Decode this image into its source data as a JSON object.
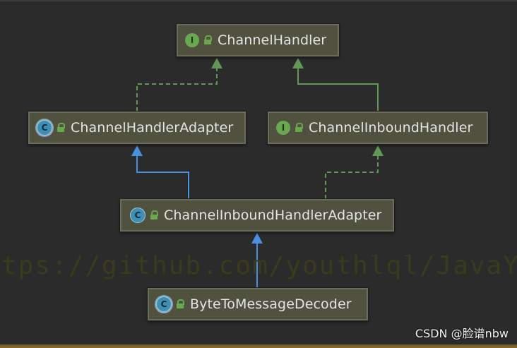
{
  "diagram": {
    "nodes": [
      {
        "id": "channel-handler",
        "label": "ChannelHandler",
        "kind": "interface",
        "icon_letter": "I"
      },
      {
        "id": "channel-handler-adapter",
        "label": "ChannelHandlerAdapter",
        "kind": "abstract-class",
        "icon_letter": "C"
      },
      {
        "id": "channel-inbound-handler",
        "label": "ChannelInboundHandler",
        "kind": "interface",
        "icon_letter": "I"
      },
      {
        "id": "channel-inbound-handler-adapter",
        "label": "ChannelInboundHandlerAdapter",
        "kind": "class",
        "icon_letter": "C"
      },
      {
        "id": "byte-to-message-decoder",
        "label": "ByteToMessageDecoder",
        "kind": "abstract-class",
        "icon_letter": "C"
      }
    ],
    "edges": [
      {
        "from": "channel-handler-adapter",
        "to": "channel-handler",
        "relation": "implements",
        "style": "dashed",
        "color": "#629755"
      },
      {
        "from": "channel-inbound-handler",
        "to": "channel-handler",
        "relation": "extends",
        "style": "solid",
        "color": "#629755"
      },
      {
        "from": "channel-inbound-handler-adapter",
        "to": "channel-handler-adapter",
        "relation": "extends",
        "style": "solid",
        "color": "#4a90e2"
      },
      {
        "from": "channel-inbound-handler-adapter",
        "to": "channel-inbound-handler",
        "relation": "implements",
        "style": "dashed",
        "color": "#629755"
      },
      {
        "from": "byte-to-message-decoder",
        "to": "channel-inbound-handler-adapter",
        "relation": "extends",
        "style": "solid",
        "color": "#4a90e2"
      }
    ]
  },
  "watermark": "tps://github.com/youthlql/JavaY",
  "credit": "CSDN @脸谱nbw",
  "colors": {
    "background": "#2b2b2b",
    "node_fill": "#50513f",
    "interface_icon": "#6aa84f",
    "class_icon": "#3f8fb5",
    "implements_arrow": "#629755",
    "extends_arrow": "#4a90e2"
  }
}
